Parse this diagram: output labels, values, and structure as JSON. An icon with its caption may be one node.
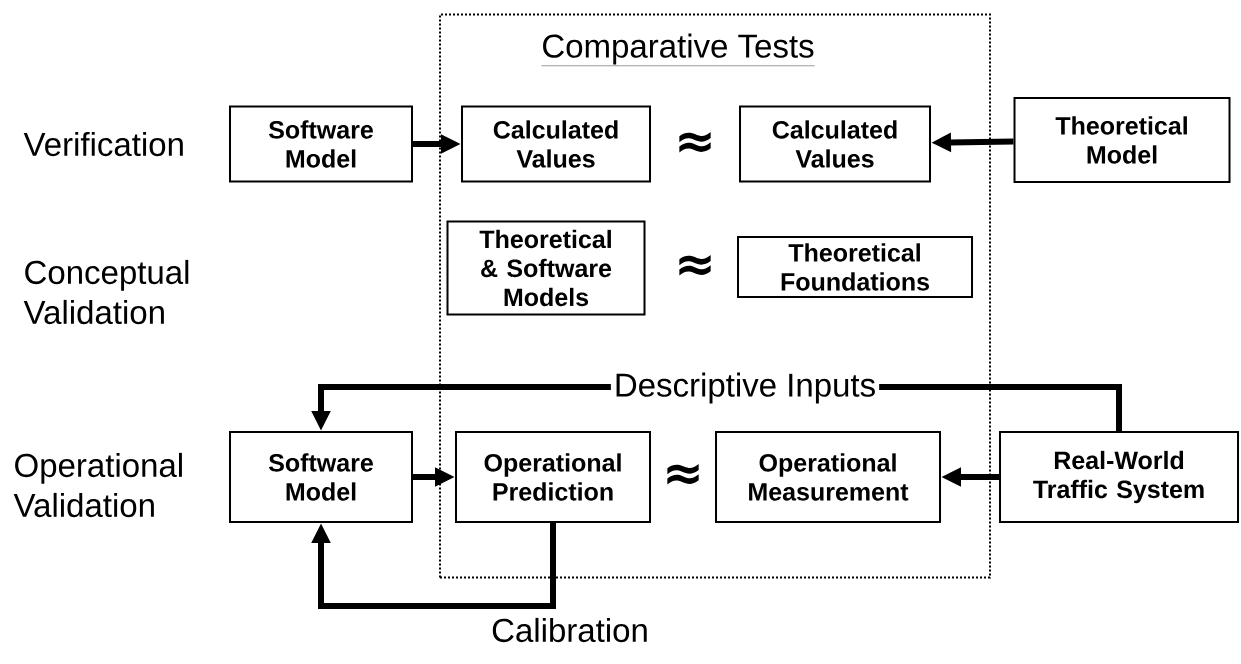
{
  "diagram": {
    "nodes": [
      {
        "text": [
          "Comparative Tests"
        ]
      },
      {
        "text": [
          "Software Model"
        ]
      },
      {
        "text": [
          "Calculated Values"
        ],
        "in": 0
      },
      {
        "text": [
          "Calculated Values"
        ],
        "in": 0
      },
      {
        "text": [
          "Theoretical Model"
        ]
      },
      {
        "text": [
          "Theoretical & Software Models"
        ],
        "in": 0
      },
      {
        "text": [
          "Theoretical Foundations"
        ],
        "in": 0
      },
      {
        "text": [
          "Software Model"
        ]
      },
      {
        "text": [
          "Operational Prediction"
        ],
        "in": 0
      },
      {
        "text": [
          "Operational Measurement"
        ],
        "in": 0
      },
      {
        "text": [
          "Real-World Traffic System"
        ]
      }
    ],
    "edges": [
      {
        "from": 1,
        "to": 2,
        "arrow": "to"
      },
      {
        "from": 4,
        "to": 3,
        "arrow": "to"
      },
      {
        "from": 10,
        "to": 7,
        "arrow": "to",
        "label": "Descriptive Inputs"
      },
      {
        "from": 7,
        "to": 8,
        "arrow": "to"
      },
      {
        "from": 10,
        "to": 9,
        "arrow": "to"
      },
      {
        "from": 8,
        "to": 7,
        "arrow": "to",
        "label": "Calibration"
      }
    ],
    "labels": [
      "Verification",
      "≈",
      "Conceptual Validation",
      "≈",
      "Operational Validation",
      "≈"
    ]
  }
}
